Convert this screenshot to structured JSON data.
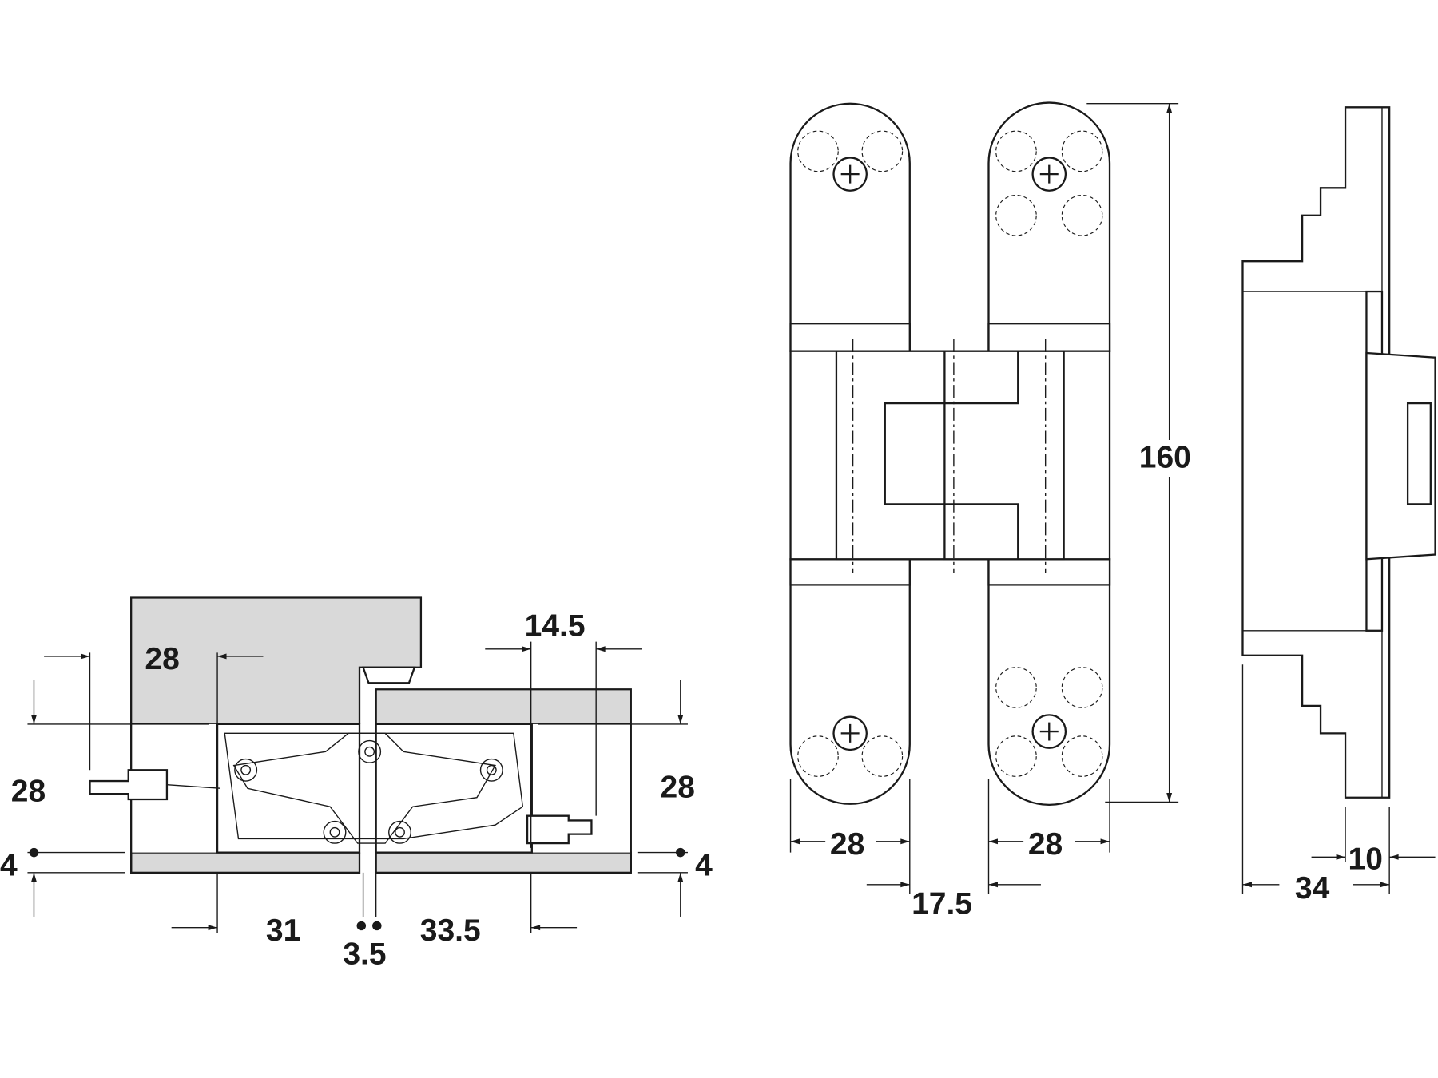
{
  "drawing": {
    "plan_view": {
      "door_depth_left": "28",
      "offset_left": "28",
      "offset_right": "28",
      "width_right": "14.5",
      "thickness_left": "4",
      "thickness_right": "4",
      "length_left": "31",
      "gap": "3.5",
      "length_right": "33.5"
    },
    "front_view": {
      "leaf_width_left": "28",
      "leaf_width_right": "28",
      "gap": "17.5",
      "height": "160"
    },
    "side_view": {
      "depth": "34",
      "plate": "10"
    }
  }
}
